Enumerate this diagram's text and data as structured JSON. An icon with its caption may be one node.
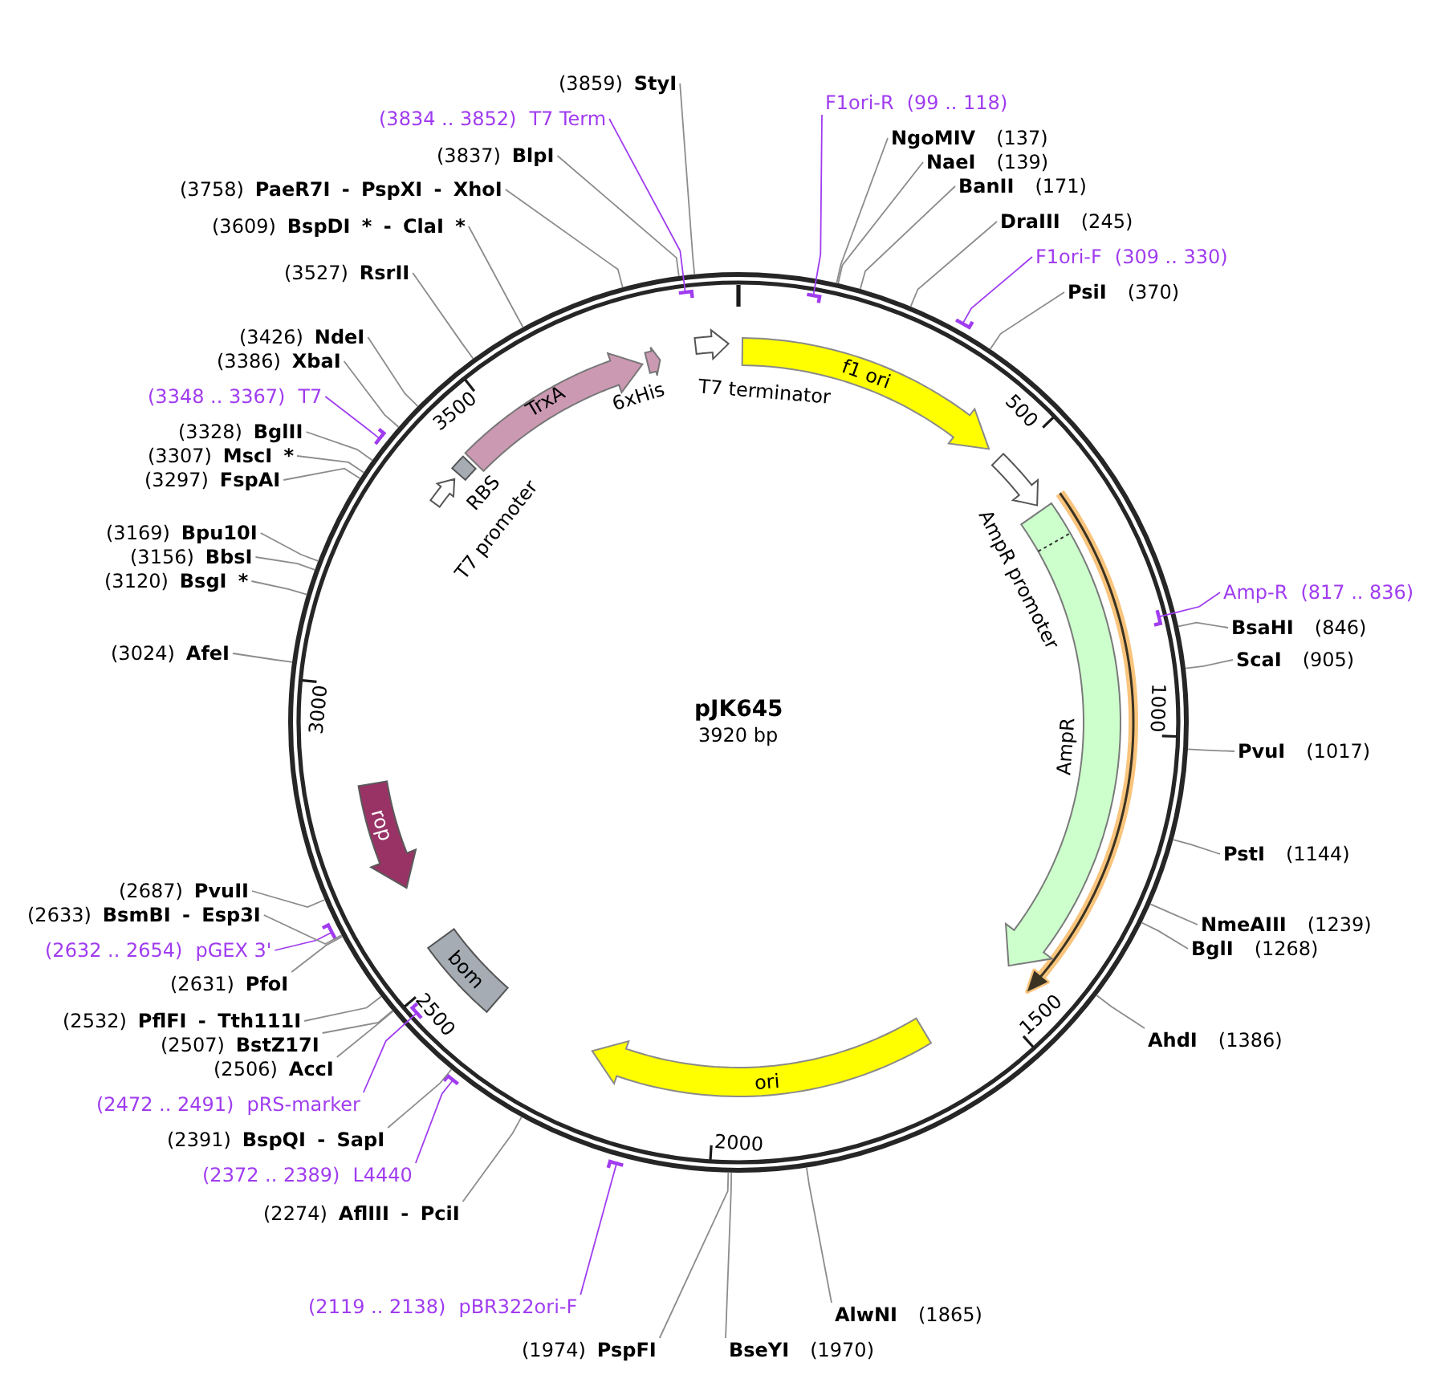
{
  "diagram": {
    "nodes": [
      {
        "text": [
          "pJK645",
          "3920 bp"
        ]
      },
      {
        "text": [
          "f1 ori"
        ],
        "in": 0
      },
      {
        "text": [
          "AmpR promoter"
        ],
        "in": 0
      },
      {
        "text": [
          "AmpR"
        ],
        "in": 0
      },
      {
        "text": [
          "ori"
        ],
        "in": 0
      },
      {
        "text": [
          "bom"
        ],
        "in": 0
      },
      {
        "text": [
          "rop"
        ],
        "in": 0
      },
      {
        "text": [
          "T7 promoter"
        ],
        "in": 0
      },
      {
        "text": [
          "RBS"
        ],
        "in": 0
      },
      {
        "text": [
          "TrxA"
        ],
        "in": 0
      },
      {
        "text": [
          "6xHis"
        ],
        "in": 0
      },
      {
        "text": [
          "T7 terminator"
        ],
        "in": 0
      },
      {
        "text": [
          "F1ori-R",
          "(99 .. 118)"
        ]
      },
      {
        "text": [],
        "shape": "bar",
        "in": 0
      },
      {
        "text": [
          "NgoMIV",
          "(137)"
        ]
      },
      {
        "text": [
          "NaeI",
          "(139)"
        ]
      },
      {
        "text": [
          "BanII",
          "(171)"
        ]
      },
      {
        "text": [
          "DraIII",
          "(245)"
        ]
      },
      {
        "text": [
          "F1ori-F",
          "(309 .. 330)"
        ]
      },
      {
        "text": [],
        "shape": "bar"
      },
      {
        "text": [
          "PsiI",
          "(370)"
        ]
      },
      {
        "text": [
          "Amp-R",
          "(817 .. 836)"
        ]
      },
      {
        "text": [],
        "shape": "bar",
        "in": 0
      },
      {
        "text": [
          "BsaHI",
          "(846)"
        ]
      },
      {
        "text": [
          "ScaI",
          "(905)"
        ]
      },
      {
        "text": [
          "PvuI",
          "(1017)"
        ]
      },
      {
        "text": [
          "PstI",
          "(1144)"
        ]
      },
      {
        "text": [
          "NmeAIII",
          "(1239)"
        ]
      },
      {
        "text": [
          "BglI",
          "(1268)"
        ]
      },
      {
        "text": [
          "AhdI",
          "(1386)"
        ]
      },
      {
        "text": [
          "AlwNI",
          "(1865)"
        ]
      },
      {
        "text": [
          "BseYI",
          "(1970)"
        ]
      },
      {
        "text": [
          "(1974)",
          "PspFI"
        ]
      },
      {
        "text": [
          "(2119 .. 2138)",
          "pBR322ori-F"
        ]
      },
      {
        "text": [],
        "shape": "bar"
      },
      {
        "text": [
          "(2274)",
          "AflIII - PciI"
        ]
      },
      {
        "text": [
          "(2372 .. 2389)",
          "L4440"
        ]
      },
      {
        "text": [],
        "shape": "bar"
      },
      {
        "text": [
          "(2391)",
          "BspQI - SapI"
        ]
      },
      {
        "text": [
          "(2472 .. 2491)",
          "pRS-marker"
        ]
      },
      {
        "text": [],
        "shape": "bar",
        "in": 0
      },
      {
        "text": [
          "(2506)",
          "AccI"
        ]
      },
      {
        "text": [
          "(2507)",
          "BstZ17I"
        ]
      },
      {
        "text": [
          "(2532)",
          "PflFI - Tth111I"
        ]
      },
      {
        "text": [
          "(2631)",
          "PfoI"
        ]
      },
      {
        "text": [
          "(2632 .. 2654)",
          "pGEX 3'"
        ]
      },
      {
        "text": [],
        "shape": "bar"
      },
      {
        "text": [
          "(2633)",
          "BsmBI - Esp3I"
        ]
      },
      {
        "text": [
          "(2687)",
          "PvuII"
        ]
      },
      {
        "text": [
          "(3024)",
          "AfeI"
        ]
      },
      {
        "text": [
          "(3120)",
          "BsgI *"
        ]
      },
      {
        "text": [
          "(3156)",
          "BbsI"
        ]
      },
      {
        "text": [
          "(3169)",
          "Bpu10I"
        ]
      },
      {
        "text": [
          "(3297)",
          "FspAI"
        ]
      },
      {
        "text": [
          "(3307)",
          "MscI *"
        ]
      },
      {
        "text": [
          "(3328)",
          "BglII"
        ]
      },
      {
        "text": [
          "(3348 .. 3367)",
          "T7"
        ]
      },
      {
        "text": [],
        "shape": "bar"
      },
      {
        "text": [
          "(3386)",
          "XbaI"
        ]
      },
      {
        "text": [
          "(3426)",
          "NdeI"
        ]
      },
      {
        "text": [
          "(3527)",
          "RsrII"
        ]
      },
      {
        "text": [
          "(3609)",
          "BspDI * - ClaI *"
        ]
      },
      {
        "text": [
          "(3758)",
          "PaeR7I - PspXI - XhoI"
        ]
      },
      {
        "text": [
          "(3837)",
          "BlpI"
        ]
      },
      {
        "text": [
          "(3834 .. 3852)",
          "T7 Term"
        ]
      },
      {
        "text": [],
        "shape": "bar",
        "in": 0
      },
      {
        "text": [
          "(3859)",
          "StyI"
        ]
      }
    ],
    "edges": [
      {
        "from": 12,
        "to": 13,
        "arrow": "none",
        "color": "#a03cf0"
      },
      {
        "from": 14,
        "to": 0,
        "arrow": "none"
      },
      {
        "from": 15,
        "to": 0,
        "arrow": "none"
      },
      {
        "from": 16,
        "to": 0,
        "arrow": "none"
      },
      {
        "from": 17,
        "to": 0,
        "arrow": "none"
      },
      {
        "from": 18,
        "to": 19,
        "arrow": "none",
        "color": "#a03cf0"
      },
      {
        "from": 20,
        "to": 0,
        "arrow": "none"
      },
      {
        "from": 21,
        "to": 22,
        "arrow": "none",
        "color": "#a03cf0"
      },
      {
        "from": 23,
        "to": 0,
        "arrow": "none"
      },
      {
        "from": 24,
        "to": 0,
        "arrow": "none"
      },
      {
        "from": 25,
        "to": 0,
        "arrow": "none"
      },
      {
        "from": 26,
        "to": 0,
        "arrow": "none"
      },
      {
        "from": 27,
        "to": 0,
        "arrow": "none"
      },
      {
        "from": 28,
        "to": 0,
        "arrow": "none"
      },
      {
        "from": 29,
        "to": 0,
        "arrow": "none"
      },
      {
        "from": 30,
        "to": 0,
        "arrow": "none"
      },
      {
        "from": 31,
        "to": 0,
        "arrow": "none"
      },
      {
        "from": 32,
        "to": 0,
        "arrow": "none"
      },
      {
        "from": 33,
        "to": 34,
        "arrow": "none",
        "color": "#a03cf0"
      },
      {
        "from": 35,
        "to": 0,
        "arrow": "none"
      },
      {
        "from": 36,
        "to": 37,
        "arrow": "none",
        "color": "#a03cf0"
      },
      {
        "from": 38,
        "to": 0,
        "arrow": "none"
      },
      {
        "from": 39,
        "to": 40,
        "arrow": "none",
        "color": "#a03cf0"
      },
      {
        "from": 41,
        "to": 0,
        "arrow": "none"
      },
      {
        "from": 42,
        "to": 0,
        "arrow": "none"
      },
      {
        "from": 43,
        "to": 0,
        "arrow": "none"
      },
      {
        "from": 44,
        "to": 0,
        "arrow": "none"
      },
      {
        "from": 45,
        "to": 46,
        "arrow": "none",
        "color": "#a03cf0"
      },
      {
        "from": 47,
        "to": 0,
        "arrow": "none"
      },
      {
        "from": 48,
        "to": 0,
        "arrow": "none"
      },
      {
        "from": 49,
        "to": 0,
        "arrow": "none"
      },
      {
        "from": 50,
        "to": 0,
        "arrow": "none"
      },
      {
        "from": 51,
        "to": 0,
        "arrow": "none"
      },
      {
        "from": 52,
        "to": 0,
        "arrow": "none"
      },
      {
        "from": 53,
        "to": 0,
        "arrow": "none"
      },
      {
        "from": 54,
        "to": 0,
        "arrow": "none"
      },
      {
        "from": 55,
        "to": 0,
        "arrow": "none"
      },
      {
        "from": 56,
        "to": 57,
        "arrow": "none",
        "color": "#a03cf0"
      },
      {
        "from": 58,
        "to": 0,
        "arrow": "none"
      },
      {
        "from": 59,
        "to": 0,
        "arrow": "none"
      },
      {
        "from": 60,
        "to": 0,
        "arrow": "none"
      },
      {
        "from": 61,
        "to": 0,
        "arrow": "none"
      },
      {
        "from": 62,
        "to": 0,
        "arrow": "none"
      },
      {
        "from": 63,
        "to": 0,
        "arrow": "none"
      },
      {
        "from": 64,
        "to": 65,
        "arrow": "none",
        "color": "#a03cf0"
      },
      {
        "from": 66,
        "to": 0,
        "arrow": "none"
      }
    ],
    "labels": [
      "500",
      "1000",
      "1500",
      "2000",
      "2500",
      "3000",
      "3500"
    ]
  }
}
